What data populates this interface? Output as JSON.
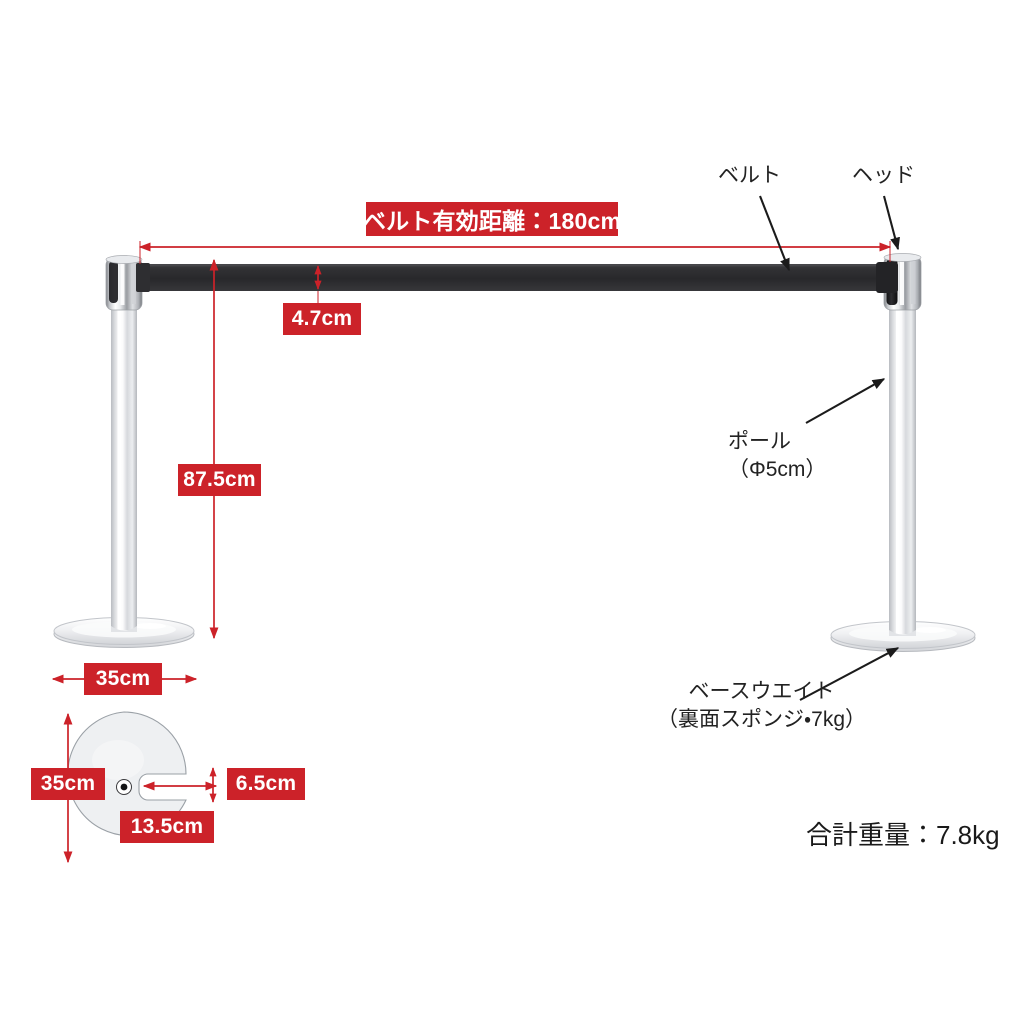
{
  "diagram": {
    "title_labels": {
      "belt_span": "ベルト有効距離：180cm",
      "belt_width": "4.7cm",
      "post_height": "87.5cm",
      "base_width": "35cm"
    },
    "plan_view": {
      "base_diameter_vertical": "35cm",
      "slot_depth": "13.5cm",
      "slot_width": "6.5cm"
    },
    "callouts": {
      "belt": "ベルト",
      "head": "ヘッド",
      "pole_line1": "ポール",
      "pole_line2": "（Φ5cm）",
      "base_weight_line1": "ベースウエイト",
      "base_weight_line2": "（裏面スポンジ・7kg）"
    },
    "total_weight": "合計重量：7.8kg",
    "colors": {
      "dimension_red": "#cc2229",
      "dimension_line": "#d2434a",
      "belt_dark": "#2b2b2d",
      "chrome_light": "#f4f5f7",
      "chrome_mid": "#c9cbcf",
      "text_dark": "#222222"
    }
  }
}
